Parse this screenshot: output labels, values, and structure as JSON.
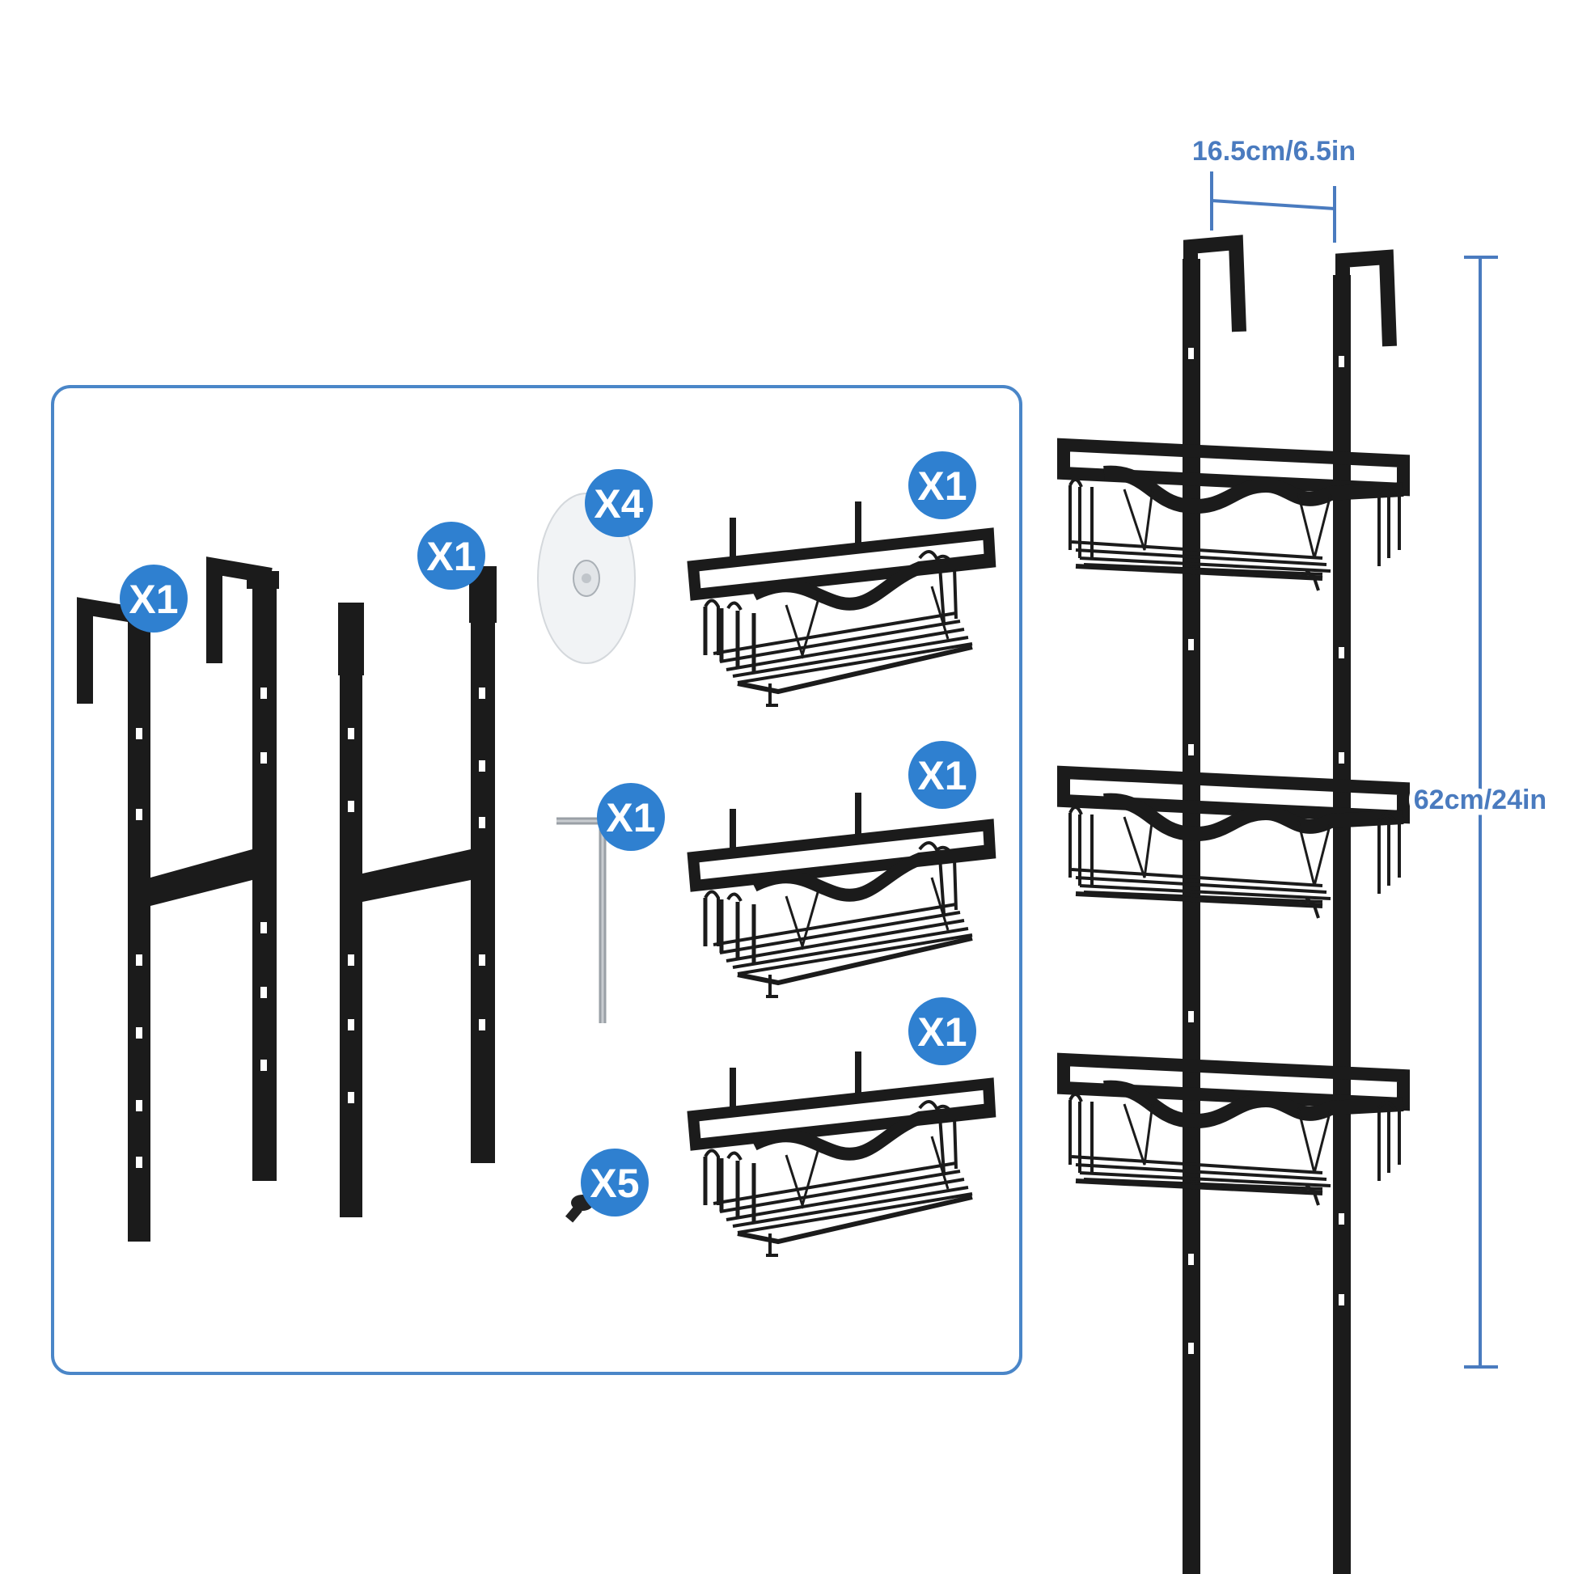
{
  "parts": {
    "hook_frame_qty": "X1",
    "extension_frame_qty": "X1",
    "suction_cup_qty": "X4",
    "hex_key_qty": "X1",
    "screw_qty": "X5",
    "basket_qty": [
      "X1",
      "X1",
      "X1"
    ]
  },
  "dimensions": {
    "width_label": "16.5cm/6.5in",
    "height_label": "62cm/24in"
  },
  "colors": {
    "accent_blue": "#2f80d0",
    "outline_blue": "#4a86c8",
    "dimension_blue": "#4a7bbf",
    "metal_black": "#1b1b1b"
  }
}
